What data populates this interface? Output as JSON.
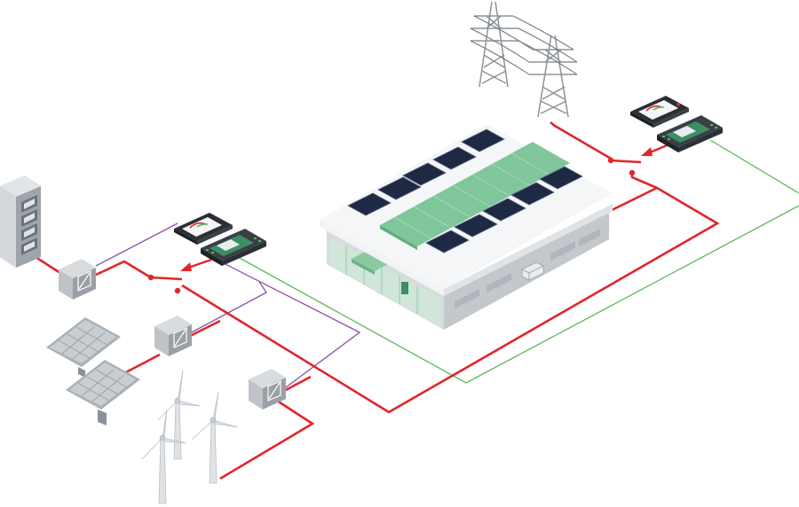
{
  "diagram": {
    "kind": "microgrid system illustration",
    "colors": {
      "power_line": "#e0262b",
      "signal_purple": "#7b3f98",
      "signal_green": "#5cb85c",
      "roof_panel": "#1e2a44",
      "roof_ridge": "#7fc79a",
      "building_wall": "#e9ecef",
      "equipment_gray": "#9aa0a6",
      "controller_dark": "#2b2f36",
      "controller_board": "#3e8e63"
    },
    "components": [
      {
        "id": "battery-storage",
        "icon": "battery-cabinet-icon"
      },
      {
        "id": "battery-converter",
        "icon": "converter-box-icon"
      },
      {
        "id": "controller-left",
        "icon": "controller-unit-icon"
      },
      {
        "id": "switch-left",
        "icon": "switch-icon"
      },
      {
        "id": "solar-array",
        "icon": "solar-panel-icon"
      },
      {
        "id": "solar-inverter",
        "icon": "converter-box-icon"
      },
      {
        "id": "wind-turbines",
        "icon": "wind-turbine-icon"
      },
      {
        "id": "wind-converter",
        "icon": "converter-box-icon"
      },
      {
        "id": "factory-building",
        "icon": "factory-icon"
      },
      {
        "id": "utility-grid",
        "icon": "transmission-tower-icon"
      },
      {
        "id": "controller-right",
        "icon": "controller-unit-icon"
      },
      {
        "id": "switch-right",
        "icon": "switch-icon"
      }
    ]
  }
}
